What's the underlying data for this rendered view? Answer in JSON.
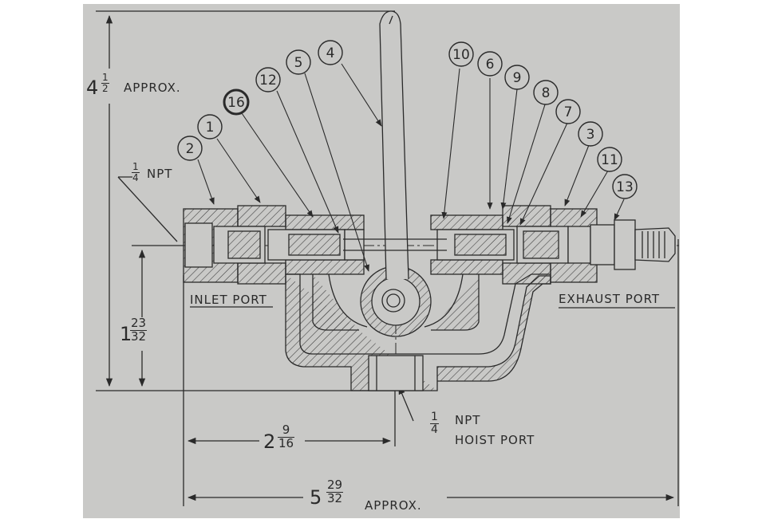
{
  "dimensions": {
    "height": {
      "whole": "4",
      "num": "1",
      "den": "2",
      "suffix": "APPROX."
    },
    "port_height": {
      "whole": "1",
      "num": "23",
      "den": "32"
    },
    "center_width": {
      "whole": "2",
      "num": "9",
      "den": "16"
    },
    "overall_width": {
      "whole": "5",
      "num": "29",
      "den": "32",
      "suffix": "APPROX."
    }
  },
  "notes": {
    "inlet_thread": {
      "num": "1",
      "den": "4",
      "text": "NPT"
    },
    "hoist_thread": {
      "num": "1",
      "den": "4",
      "text": "NPT",
      "port": "HOIST PORT"
    }
  },
  "ports": {
    "inlet": "INLET PORT",
    "exhaust": "EXHAUST PORT"
  },
  "callouts": [
    "2",
    "1",
    "16",
    "12",
    "5",
    "4",
    "10",
    "6",
    "9",
    "8",
    "7",
    "3",
    "11",
    "13"
  ],
  "colors": {
    "paper": "#c9c9c7",
    "ink": "#2a2a2a"
  }
}
